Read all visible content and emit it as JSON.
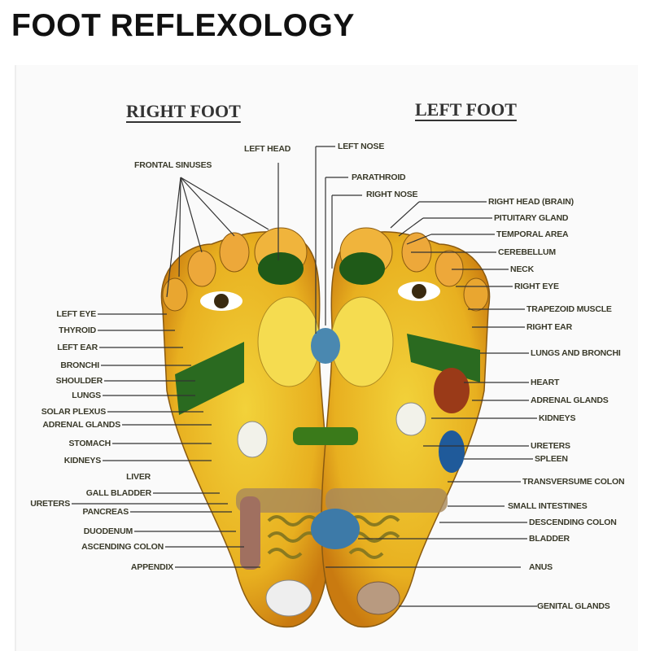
{
  "title": "FOOT REFLEXOLOGY",
  "headings": {
    "right_foot": "RIGHT FOOT",
    "left_foot": "LEFT FOOT"
  },
  "top_labels": {
    "frontal_sinuses": "FRONTAL SINUSES",
    "left_head": "LEFT HEAD",
    "left_nose": "LEFT NOSE",
    "parathroid": "PARATHROID",
    "right_nose": "RIGHT NOSE"
  },
  "left_labels": [
    "LEFT EYE",
    "THYROID",
    "LEFT EAR",
    "BRONCHI",
    "SHOULDER",
    "LUNGS",
    "SOLAR PLEXUS",
    "ADRENAL GLANDS",
    "STOMACH",
    "KIDNEYS",
    "LIVER",
    "GALL BLADDER",
    "URETERS",
    "PANCREAS",
    "DUODENUM",
    "ASCENDING COLON",
    "APPENDIX"
  ],
  "right_labels": [
    "RIGHT HEAD (BRAIN)",
    "PITUITARY GLAND",
    "TEMPORAL AREA",
    "CEREBELLUM",
    "NECK",
    "RIGHT EYE",
    "TRAPEZOID MUSCLE",
    "RIGHT EAR",
    "LUNGS AND BRONCHI",
    "HEART",
    "ADRENAL GLANDS",
    "KIDNEYS",
    "URETERS",
    "SPLEEN",
    "TRANSVERSUME COLON",
    "SMALL INTESTINES",
    "DESCENDING COLON",
    "BLADDER",
    "ANUS",
    "GENITAL GLANDS"
  ],
  "colors": {
    "foot": "#e8b020",
    "foot_dark": "#c97a10",
    "organ_green": "#1f6a1a",
    "organ_blue": "#3d7aa8",
    "organ_brown": "#9a6a55",
    "line": "#333333"
  }
}
